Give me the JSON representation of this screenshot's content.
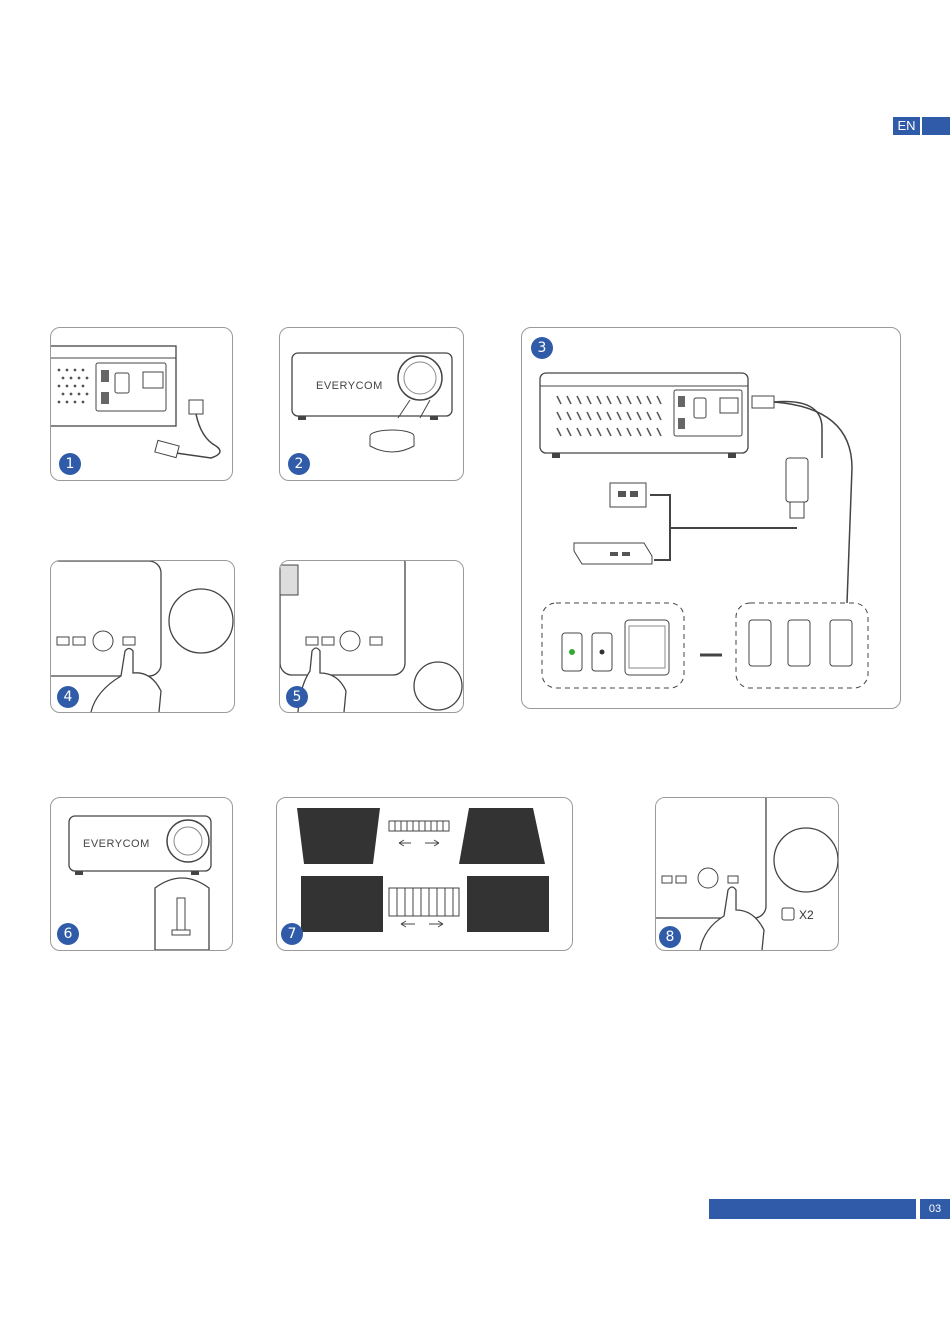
{
  "header": {
    "language": "EN"
  },
  "footer": {
    "page_number": "03"
  },
  "brand": "EVERYCOM",
  "steps": [
    {
      "number": "1"
    },
    {
      "number": "2"
    },
    {
      "number": "3"
    },
    {
      "number": "4"
    },
    {
      "number": "5"
    },
    {
      "number": "6"
    },
    {
      "number": "7"
    },
    {
      "number": "8"
    }
  ],
  "step8": {
    "press_count": "X2"
  },
  "colors": {
    "accent": "#2f5ba8",
    "border": "#9a9a9a",
    "line": "#444444"
  },
  "icons": [
    "power-plug-icon",
    "projector-icon",
    "lens-cap-icon",
    "usb-icon",
    "hdmi-icon",
    "power-bank-icon",
    "android-phone-icon",
    "iphone-icon",
    "tablet-icon",
    "hand-icon",
    "remote-control-icon",
    "keystone-arrows-icon",
    "power-icon"
  ]
}
